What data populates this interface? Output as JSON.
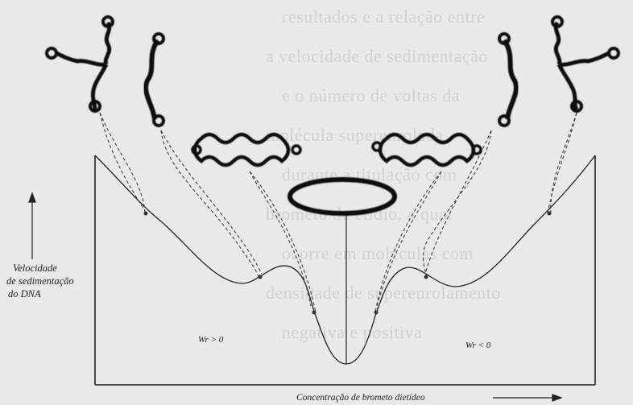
{
  "y_axis_label": [
    "Velocidade",
    "de sedimentação",
    "do DNA"
  ],
  "x_axis_label": "Concentração de brometo dietídeo",
  "region_left": "Wr > 0",
  "region_right": "Wr < 0",
  "background_text_lines": [
    "resultados e a relação entre",
    "a velocidade de sedimentação",
    "e o número de voltas da",
    "molécula superenrolada",
    "durante a titulação com",
    "brometo de etídio, a qual",
    "ocorre em moléculas com",
    "densidade de superenrolamento",
    "negativa e positiva"
  ]
}
